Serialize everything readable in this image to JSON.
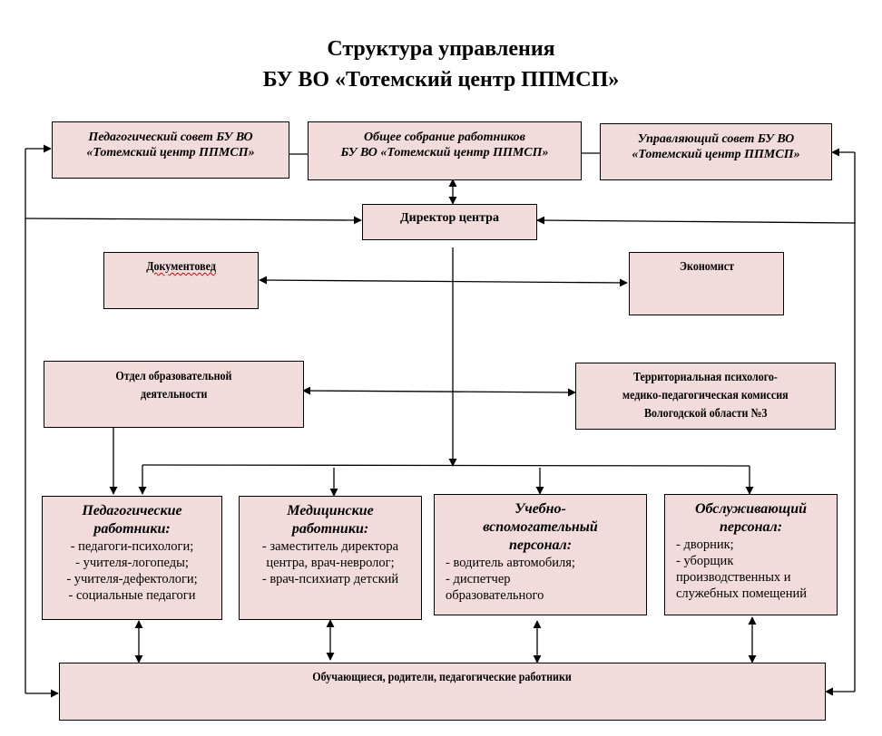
{
  "title": {
    "line1": "Структура управления",
    "line2": "БУ ВО «Тотемский центр ППМСП»"
  },
  "top_boxes": {
    "ped_council": {
      "line1": "Педагогический совет БУ ВО",
      "line2": "«Тотемский центр ППМСП»"
    },
    "general_meeting": {
      "line1": "Общее собрание работников",
      "line2": "БУ ВО «Тотемский центр ППМСП»"
    },
    "governing_council": {
      "line1": "Управляющий совет БУ ВО",
      "line2": "«Тотемский центр ППМСП»"
    }
  },
  "director": {
    "label": "Директор центра"
  },
  "document_specialist": {
    "label": "Документовед"
  },
  "economist": {
    "label": "Экономист"
  },
  "education_dept": {
    "line1": "Отдел образовательной",
    "line2": "деятельности"
  },
  "commission": {
    "line1": "Территориальная психолого-",
    "line2": "медико-педагогическая комиссия",
    "line3": "Вологодской области №3"
  },
  "roles": [
    {
      "title_lines": [
        "Педагогические",
        "работники:"
      ],
      "items": [
        "- педагоги-психологи;",
        "- учителя-логопеды;",
        "- учителя-дефектологи;",
        "- социальные педагоги"
      ]
    },
    {
      "title_lines": [
        "Медицинские",
        "работники:"
      ],
      "items": [
        "- заместитель директора",
        "центра, врач-невролог;",
        "- врач-психиатр детский"
      ]
    },
    {
      "title_lines": [
        "Учебно-",
        "вспомогательный",
        "персонал:"
      ],
      "items": [
        "- водитель автомобиля;",
        "- диспетчер",
        "образовательного"
      ]
    },
    {
      "title_lines": [
        "Обслуживающий",
        "персонал:"
      ],
      "items": [
        "- дворник;",
        "- уборщик",
        "производственных и",
        "служебных помещений"
      ]
    }
  ],
  "bottom": {
    "label": "Обучающиеся, родители, педагогические работники"
  },
  "colors": {
    "box_fill": "#f2dbdb",
    "line": "#000000"
  }
}
